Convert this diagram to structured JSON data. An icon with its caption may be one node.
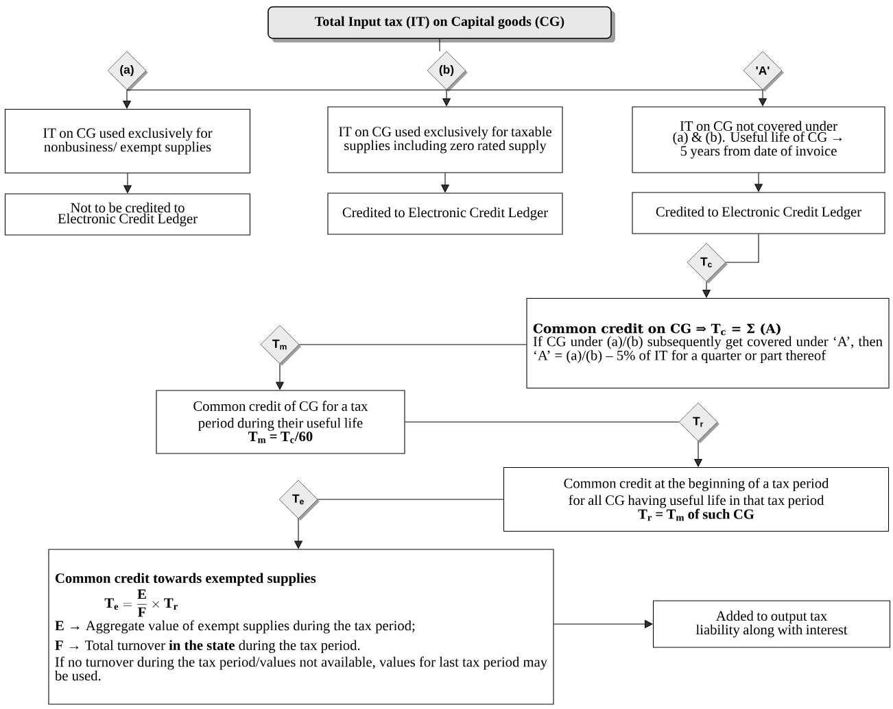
{
  "diagram": {
    "nodes": [
      {
        "text": [
          "Total Input tax (IT) on Capital goods (CG)"
        ]
      },
      {
        "text": [
          "(a)"
        ]
      },
      {
        "text": [
          "(b)"
        ]
      },
      {
        "text": [
          "'A'"
        ]
      },
      {
        "text": [
          "IT on CG used exclusively for nonbusiness/ exempt supplies"
        ]
      },
      {
        "text": [
          "IT on CG used exclusively for taxable supplies including zero rated supply"
        ]
      },
      {
        "text": [
          "IT on CG not covered under (a) & (b). Useful life of CG → 5 years from date of invoice"
        ]
      },
      {
        "text": [
          "Not to be credited to Electronic Credit Ledger"
        ]
      },
      {
        "text": [
          "Credited to Electronic Credit Ledger"
        ]
      },
      {
        "text": [
          "Credited to Electronic Credit Ledger"
        ]
      },
      {
        "text": [
          "T$_{c}$"
        ]
      },
      {
        "text": [
          "Common credit on CG ⇒ T$_{c}$ = Σ (A)",
          "If CG under (a)/(b) subsequently get covered under ‘A’, then ‘A’ = (a)/(b) – 5% of IT for a quarter or part thereof"
        ]
      },
      {
        "text": [
          "T$_{m}$"
        ]
      },
      {
        "text": [
          "Common credit of CG for a tax period during their useful life",
          "T$_{m}$ = T$_{c}$/60"
        ]
      },
      {
        "text": [
          "T$_{r}$"
        ]
      },
      {
        "text": [
          "Common credit at the beginning of a tax period for all CG having useful life in that tax period",
          "T$_{r}$ = T$_{m}$ of such CG"
        ]
      },
      {
        "text": [
          "T$_{e}$"
        ]
      },
      {
        "text": [
          "Common credit towards exempted supplies",
          "\\mathbf{T_e} = \\dfrac{\\mathbf{E}}{\\mathbf{F}} \\times \\mathbf{T_r}",
          "**E** → Aggregate value of exempt supplies during the tax period;",
          "**F** → Total turnover **in the state** during the tax period.",
          "If no turnover during the tax period/values not available, values for last tax period may be used."
        ]
      },
      {
        "text": [
          "Added to output tax liability along with interest"
        ]
      }
    ],
    "edges": [
      {
        "from": 0,
        "to": 2,
        "arrow": "none"
      },
      {
        "from": 2,
        "to": 1,
        "arrow": "none"
      },
      {
        "from": 2,
        "to": 3,
        "arrow": "none"
      },
      {
        "from": 1,
        "to": 4,
        "arrow": "to"
      },
      {
        "from": 2,
        "to": 5,
        "arrow": "to"
      },
      {
        "from": 3,
        "to": 6,
        "arrow": "to"
      },
      {
        "from": 4,
        "to": 7,
        "arrow": "to"
      },
      {
        "from": 5,
        "to": 8,
        "arrow": "to"
      },
      {
        "from": 6,
        "to": 9,
        "arrow": "to"
      },
      {
        "from": 9,
        "to": 10,
        "arrow": "none"
      },
      {
        "from": 10,
        "to": 11,
        "arrow": "to"
      },
      {
        "from": 11,
        "to": 12,
        "arrow": "none"
      },
      {
        "from": 12,
        "to": 13,
        "arrow": "to"
      },
      {
        "from": 13,
        "to": 14,
        "arrow": "none"
      },
      {
        "from": 14,
        "to": 15,
        "arrow": "to"
      },
      {
        "from": 15,
        "to": 16,
        "arrow": "none"
      },
      {
        "from": 16,
        "to": 17,
        "arrow": "to"
      },
      {
        "from": 17,
        "to": 18,
        "arrow": "to"
      }
    ]
  }
}
